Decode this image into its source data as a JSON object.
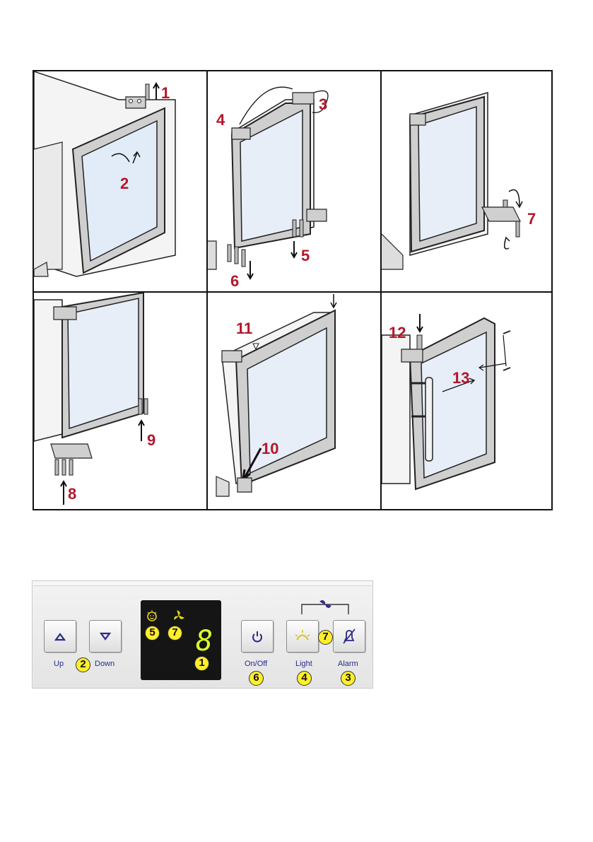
{
  "steps": [
    "1",
    "2",
    "3",
    "4",
    "5",
    "6",
    "7",
    "8",
    "9",
    "10",
    "11",
    "12",
    "13"
  ],
  "control_panel": {
    "up_label": "Up",
    "down_label": "Down",
    "onoff_label": "On/Off",
    "light_label": "Light",
    "alarm_label": "Alarm",
    "display_digit": "8",
    "badges": {
      "display": "1",
      "updown": "2",
      "alarm": "3",
      "light": "4",
      "sun": "5",
      "onoff": "6",
      "fan_display": "7",
      "fan_buttons": "7"
    },
    "icons": {
      "up": "triangle-up-icon",
      "down": "triangle-down-icon",
      "power": "power-icon",
      "light": "lamp-icon",
      "alarm": "bell-off-icon",
      "sun": "sun-face-icon",
      "fan": "fan-icon"
    },
    "colors": {
      "label": "#2a2a8c",
      "badge": "#ffef2a",
      "display_bg": "#151515",
      "display_digit": "#ddff2a",
      "step_number": "#b3172a"
    }
  }
}
